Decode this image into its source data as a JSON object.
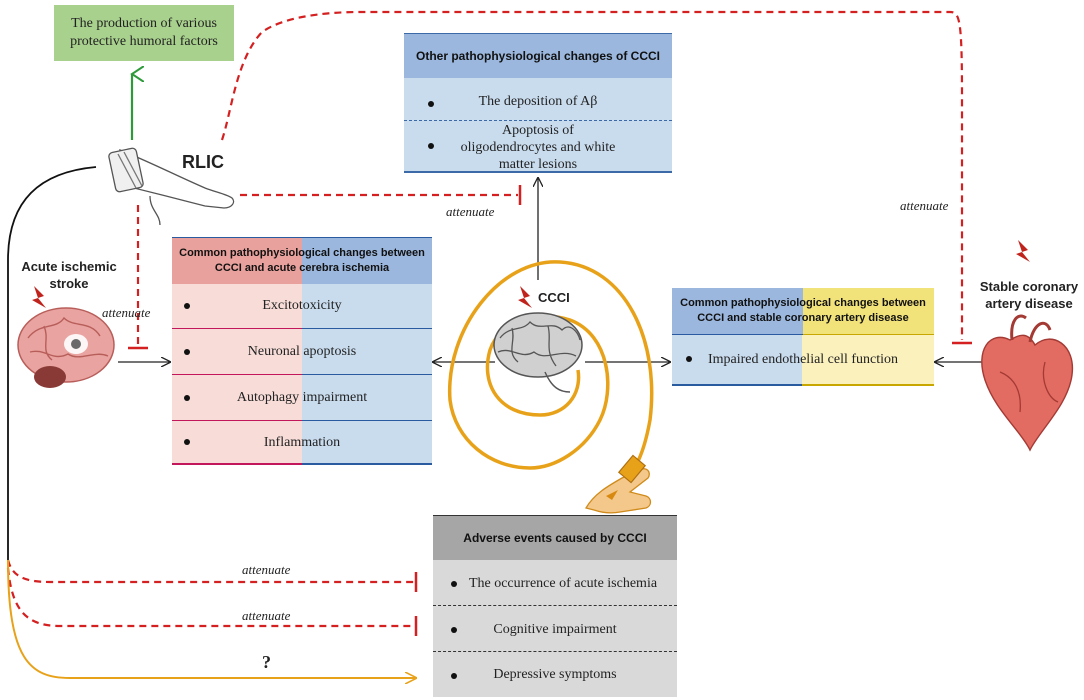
{
  "humoral": {
    "text": "The production of various protective humoral factors"
  },
  "rlic": {
    "label": "RLIC"
  },
  "other_changes": {
    "title": "Other pathophysiological changes of CCCI",
    "items": [
      "The deposition of Aβ",
      "Apoptosis of oligodendrocytes and white matter lesions"
    ]
  },
  "common_acute": {
    "title": "Common pathophysiological changes between CCCI and acute cerebra ischemia",
    "items": [
      "Excitotoxicity",
      "Neuronal apoptosis",
      "Autophagy impairment",
      "Inflammation"
    ]
  },
  "common_coronary": {
    "title": "Common pathophysiological changes between CCCI and stable coronary artery disease",
    "items": [
      "Impaired endothelial cell function"
    ]
  },
  "adverse": {
    "title": "Adverse events caused by CCCI",
    "items": [
      "The occurrence of acute ischemia",
      "Cognitive impairment",
      "Depressive symptoms"
    ]
  },
  "labels": {
    "acute_stroke": "Acute ischemic stroke",
    "coronary": "Stable coronary artery disease",
    "ccci": "CCCI",
    "attenuate": "attenuate",
    "question": "?"
  },
  "colors": {
    "red_dash": "#d42020",
    "green_arrow": "#2e9a3a",
    "orange": "#e8a21a",
    "green_box": "#a9d18e",
    "blue_box": "#c9dcee",
    "blue_header": "#9bb7dd",
    "pink_box": "#f7dcd8",
    "pink_header": "#e8a19c",
    "yellow_box": "#fbf1bd",
    "yellow_header": "#f2e27a",
    "gray_box": "#d9d9d9",
    "gray_header": "#a6a6a6"
  }
}
